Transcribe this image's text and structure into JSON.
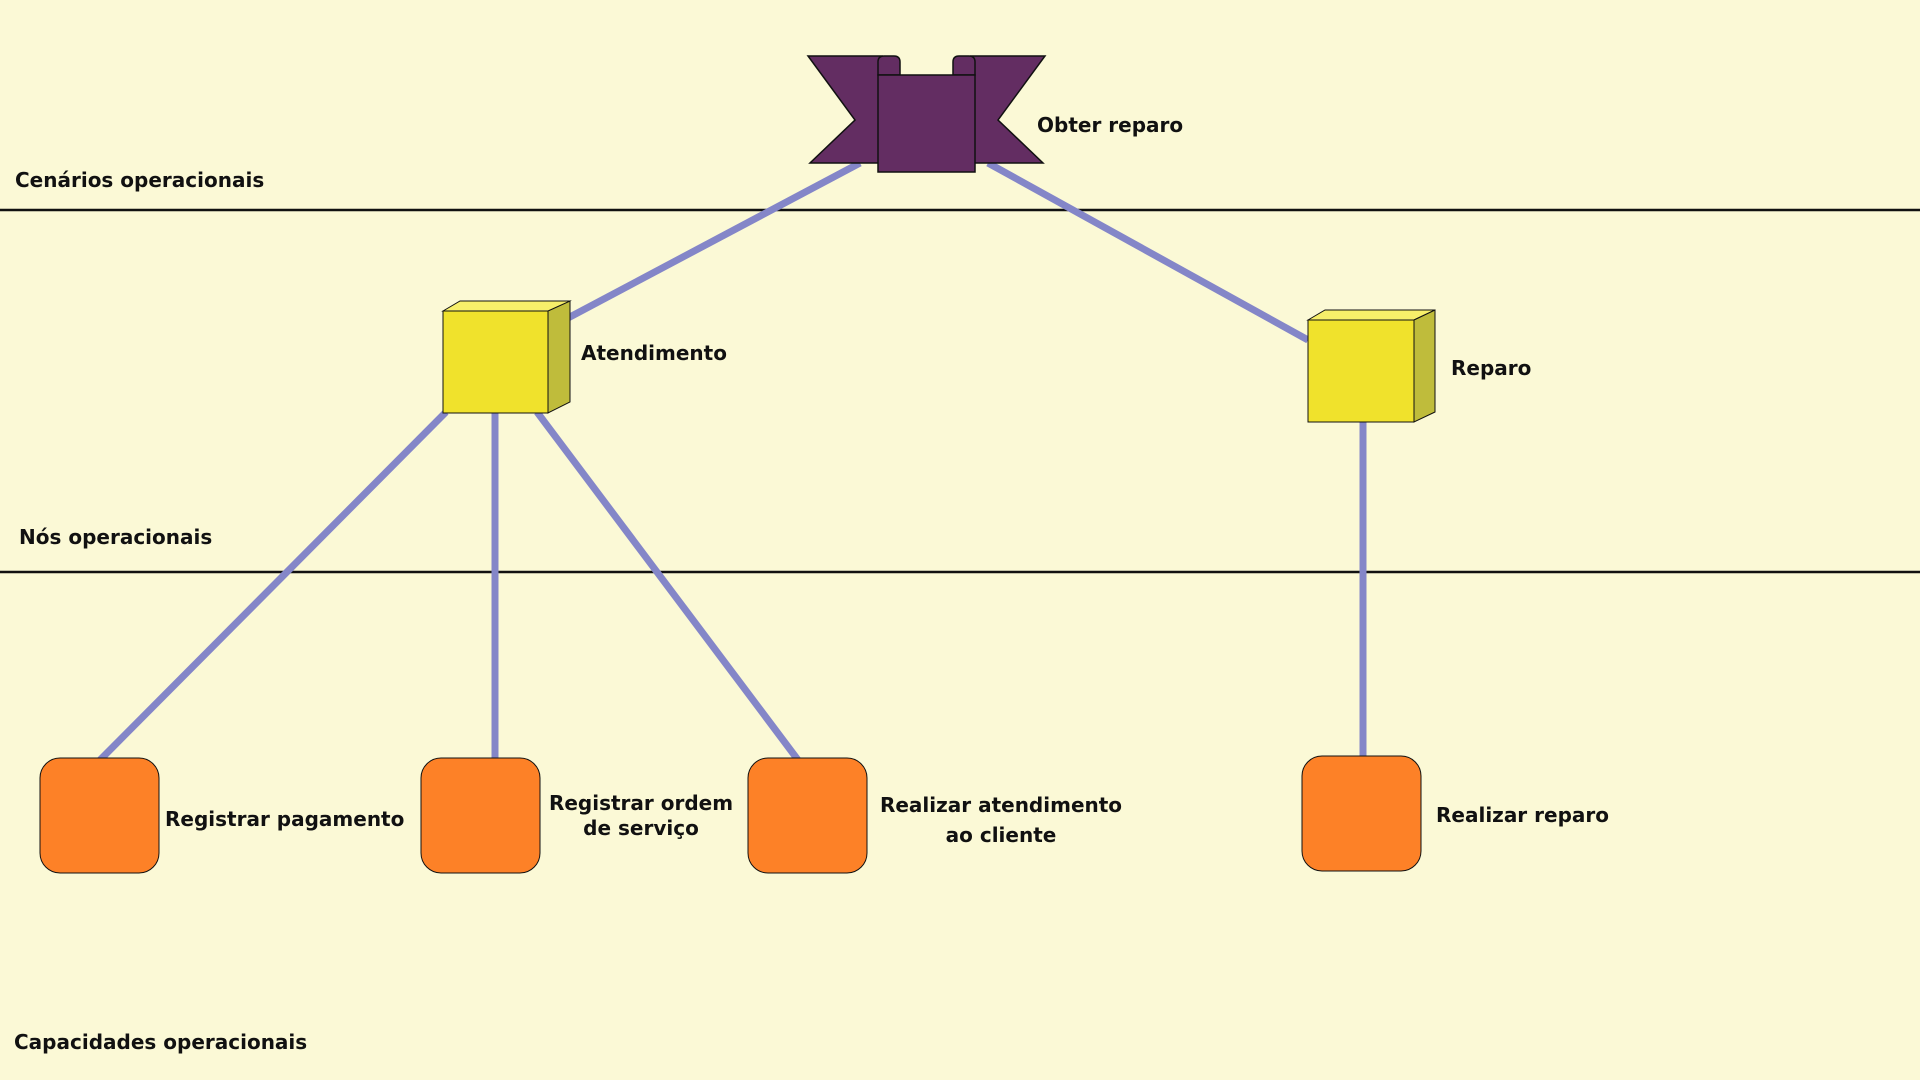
{
  "lanes": {
    "scenarios": "Cenários operacionais",
    "nodes": "Nós operacionais",
    "capabilities": "Capacidades operacionais"
  },
  "scenario": {
    "label": "Obter reparo",
    "color": "#632d62"
  },
  "nodes": [
    {
      "label": "Atendimento",
      "color": "#f0e22c"
    },
    {
      "label": "Reparo",
      "color": "#f0e22c"
    }
  ],
  "capabilities": [
    {
      "line1": "Registrar pagamento",
      "line2": "",
      "color": "#fd8127"
    },
    {
      "line1": "Registrar ordem",
      "line2": "de serviço",
      "color": "#fd8127"
    },
    {
      "line1": "Realizar atendimento",
      "line2": "ao cliente",
      "color": "#fd8127"
    },
    {
      "line1": "Realizar reparo",
      "line2": "",
      "color": "#fd8127"
    }
  ],
  "colors": {
    "connector": "#8486c8",
    "lane_line": "#111111",
    "background": "#fbf9d6"
  }
}
